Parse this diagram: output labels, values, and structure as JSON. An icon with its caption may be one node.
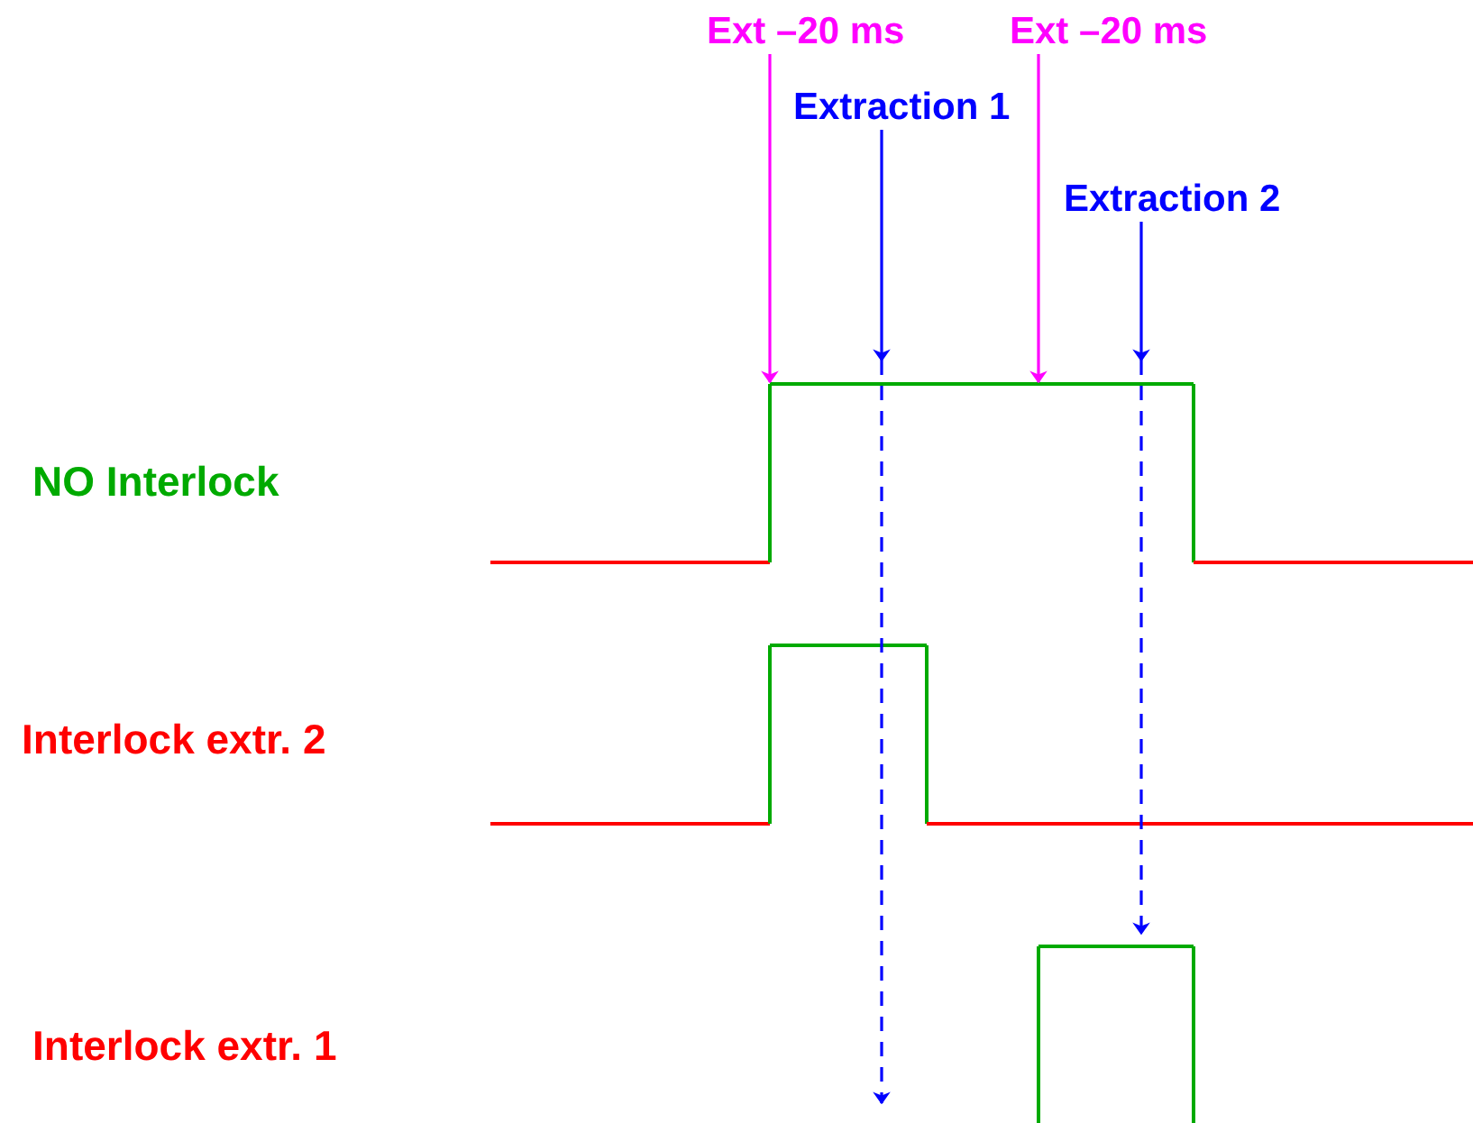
{
  "diagram": {
    "nodes": [
      {
        "text": [
          "Ext –20 ms"
        ]
      },
      {
        "text": [
          "Extraction 1"
        ]
      },
      {
        "text": [
          "Ext –20 ms"
        ]
      },
      {
        "text": [
          "Extraction 2"
        ]
      }
    ],
    "edges": [
      {
        "from": 0,
        "to": null,
        "arrow": "to",
        "color": "#ff00ff"
      },
      {
        "from": 1,
        "to": null,
        "arrow": "to",
        "style": "dashed",
        "color": "#0000ff"
      },
      {
        "from": 2,
        "to": null,
        "arrow": "to",
        "color": "#ff00ff"
      },
      {
        "from": 3,
        "to": null,
        "arrow": "to",
        "style": "dashed",
        "color": "#0000ff"
      }
    ],
    "labels": [
      "NO Interlock",
      "Interlock extr. 2",
      "Interlock extr. 1"
    ]
  }
}
